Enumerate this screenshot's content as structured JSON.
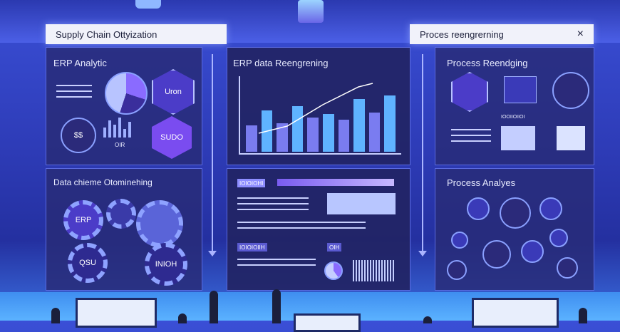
{
  "left_panel": {
    "title": "Supply Chain Ottyization",
    "erp_heading": "ERP Analytic",
    "hex_top_label": "Uron",
    "hex_bottom_label": "SUDO",
    "badge_label": "$$",
    "small_caption": "OIR",
    "data_heading": "Data chieme Otominehing",
    "gear_labels": [
      "ERP",
      "QSU",
      "INIOH"
    ]
  },
  "center_panel": {
    "heading": "ERP data Reengrening",
    "bar_chart_values": [
      0.35,
      0.55,
      0.38,
      0.6,
      0.45,
      0.5,
      0.42,
      0.7,
      0.52,
      0.75
    ],
    "row_label_top": "IOIOIOHI",
    "row_label_mid": "IOIOIOIIH",
    "row_label_small": "OIH"
  },
  "right_panel": {
    "title": "Proces reengrerning",
    "close_icon": "×",
    "heading_top": "Process Reendging",
    "heading_bottom": "Process Analyes",
    "mini_caption": "IOOIIOIIOI"
  },
  "colors": {
    "accent": "#6f6ff0",
    "bar_primary": "#7a7cf0",
    "bar_alt": "#5fb3ff"
  }
}
